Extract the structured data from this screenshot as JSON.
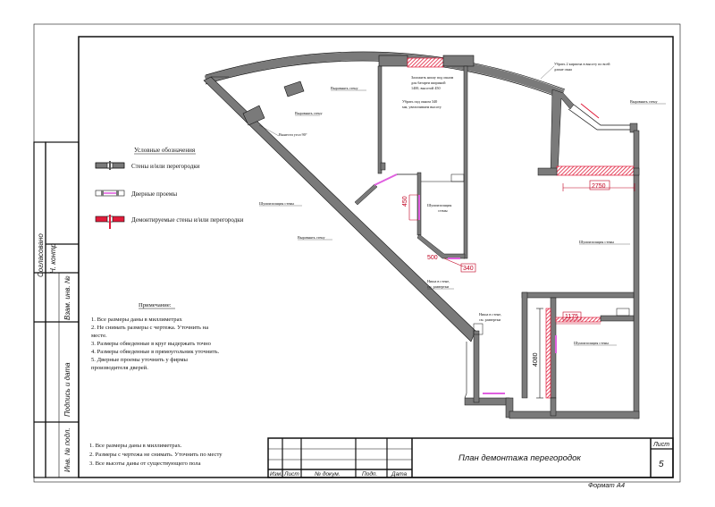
{
  "legend": {
    "title": "Условные обозначения",
    "items": [
      {
        "label": "Стены и/или перегородки",
        "kind": "wall"
      },
      {
        "label": "Дверные проемы",
        "kind": "door"
      },
      {
        "label": "Демонтируемые стены и/или перегородки",
        "kind": "demolish"
      }
    ]
  },
  "notes": {
    "title": "Примечание:",
    "items": [
      "1.     Все размеры даны в миллиметрах",
      "2.     Не снимать размеры с чертежа. Уточнить на",
      "         месте.",
      "3.     Размеры обведенные в  круг выдержать точно",
      "4.     Размеры обведенные в прямоугольник уточнить.",
      "5.     Дверные проемы уточнить у фирмы",
      "         производителя дверей."
    ]
  },
  "bottom_notes": [
    "1.     Все  размеры даны в миллиметрах.",
    "2.     Размеры с чертежа не снимать. Уточнить по месту",
    "3.     Все высоты даны от существующего пола"
  ],
  "side_stamp": [
    "Согласовано",
    "Н. контр",
    "Взам. инв. №",
    "Подпись и дата",
    "Инв. № подл."
  ],
  "title_block": {
    "title": "План демонтажа перегородок",
    "cols": [
      "Изм.",
      "Лист",
      "№ докум.",
      "Подп.",
      "Дата"
    ],
    "sheet_label": "Лист",
    "sheet_number": "5",
    "format": "Формат А4"
  },
  "plan_labels": {
    "align_wall_1": "Выровнять стену",
    "align_wall_2": "Выровнять стену",
    "align_wall_3": "Выровнять стену",
    "align_wall_4": "Выровнять стену",
    "remove_corner": "Вынести угол 90°",
    "window_note_1": "Заложить нишу под окном",
    "window_note_2": "для батареи шириной",
    "window_note_3": "1400, высотой 450",
    "window_note_4": "Убрать под окном 340",
    "window_note_5": "мм, увеличиваем высоту",
    "brick_note_1": "Убрать 2 кирпича в высоту по всей",
    "brick_note_2": "длине окна",
    "gypsum_1": "Шумоизоляция стены",
    "gypsum_2": "Шумоизоляция стены",
    "gypsum_3": "Шумоизоляция стены",
    "gypsum_4": "Шумоизоляция стены",
    "niche_1a": "Ниша в стене,",
    "niche_1b": "см. развертки",
    "niche_2a": "Ниша в стене,",
    "niche_2b": "см. развертки",
    "hall_note_a": "Шумоизоляция",
    "hall_note_b": "стены"
  },
  "dimensions": {
    "d2750": "2750",
    "d450": "450",
    "d500": "500",
    "d340": "340",
    "d1175": "1175",
    "d4080": "4080"
  },
  "colors": {
    "wall": "#7a7a7a",
    "wall_dark": "#555555",
    "door": "#e060e0",
    "demolish": "#e01c3a",
    "line": "#111111"
  }
}
